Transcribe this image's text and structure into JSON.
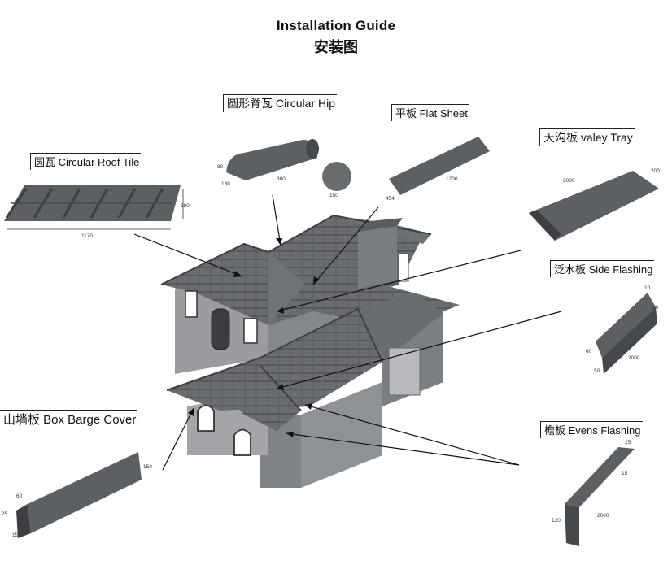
{
  "title": {
    "en": "Installation Guide",
    "zh": "安装图"
  },
  "labels": {
    "circular_hip": "圆形脊瓦 Circular Hip",
    "flat_sheet": "平板  Flat  Sheet",
    "valey_tray": "天沟板  valey  Tray",
    "circular_roof_tile": "圆瓦   Circular Roof Tile",
    "side_flashing": "泛水板 Side Flashing",
    "box_barge_cover": "山墙板  Box Barge Cover",
    "evens_flashing": "檐板 Evens Flashing"
  },
  "dims": {
    "roof_tile_w": "1170",
    "roof_tile_h": "380",
    "hip_h": "80",
    "hip_w": "180",
    "hip_l": "380",
    "hip_d": "150",
    "flat_w": "454",
    "flat_l": "1200",
    "tray_l": "2000",
    "tray_w": "200",
    "side_a": "10",
    "side_b": "20",
    "side_h": "60",
    "side_c": "50",
    "side_l": "2000",
    "barge_a": "60",
    "barge_b": "25",
    "barge_c": "15",
    "barge_h": "150",
    "eaves_a": "25",
    "eaves_b": "15",
    "eaves_h": "120",
    "eaves_l": "2000"
  },
  "colors": {
    "metal": "#5d6063",
    "metal_dark": "#3d3f42",
    "wall": "#8a8c90",
    "line": "#111111"
  }
}
